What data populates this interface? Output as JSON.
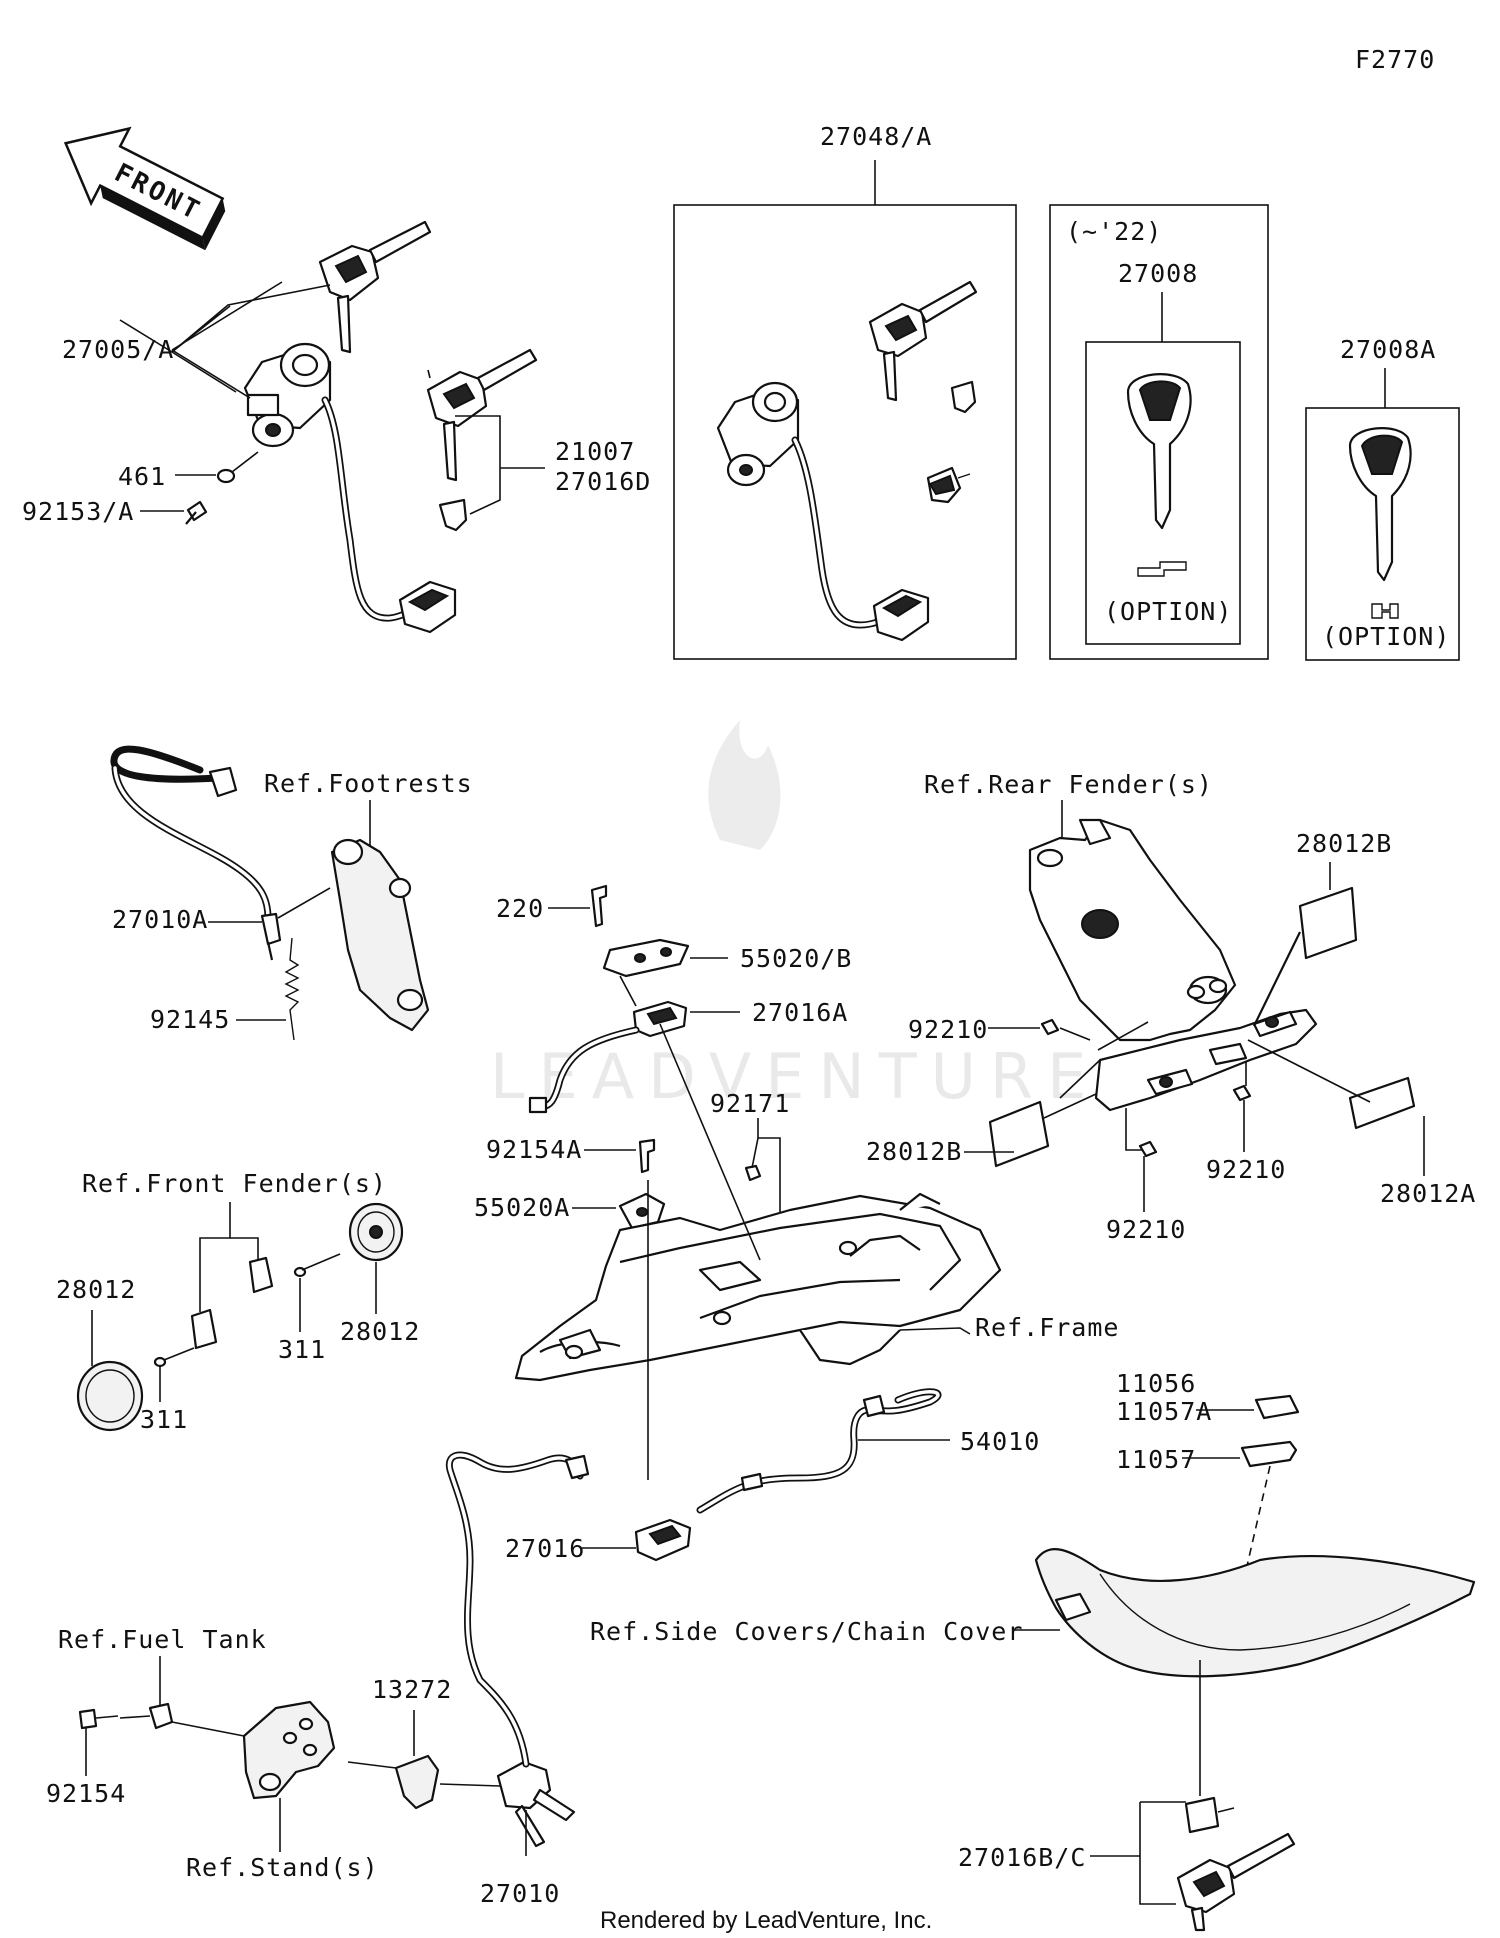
{
  "figure_code": "F2770",
  "front_arrow_label": "FRONT",
  "footer": "Rendered by LeadVenture, Inc.",
  "watermark": "LEADVENTURE",
  "labels": {
    "p27048A": "27048/A",
    "p27005A": "27005/A",
    "p461": "461",
    "p92153A": "92153/A",
    "p21007": "21007",
    "p27016D": "27016D",
    "era": "(~'22)",
    "p27008": "27008",
    "p27008A": "27008A",
    "option1": "(OPTION)",
    "option2": "(OPTION)",
    "refFootrests": "Ref.Footrests",
    "p27010A": "27010A",
    "p92145": "92145",
    "p220": "220",
    "p55020B": "55020/B",
    "p27016A": "27016A",
    "refRearFender": "Ref.Rear Fender(s)",
    "p28012B_top": "28012B",
    "p92210_a": "92210",
    "p92210_b": "92210",
    "p92210_c": "92210",
    "p28012B_bot": "28012B",
    "p28012A": "28012A",
    "p92171": "92171",
    "p92154A": "92154A",
    "p55020A": "55020A",
    "refFrontFender": "Ref.Front Fender(s)",
    "p28012_l": "28012",
    "p28012_r": "28012",
    "p311_a": "311",
    "p311_b": "311",
    "refFrame": "Ref.Frame",
    "p54010": "54010",
    "p11056": "11056",
    "p11057A": "11057A",
    "p11057": "11057",
    "p27016": "27016",
    "refSideCovers": "Ref.Side Covers/Chain Cover",
    "refFuelTank": "Ref.Fuel Tank",
    "p13272": "13272",
    "p92154": "92154",
    "refStand": "Ref.Stand(s)",
    "p27010": "27010",
    "p27016BC": "27016B/C"
  }
}
